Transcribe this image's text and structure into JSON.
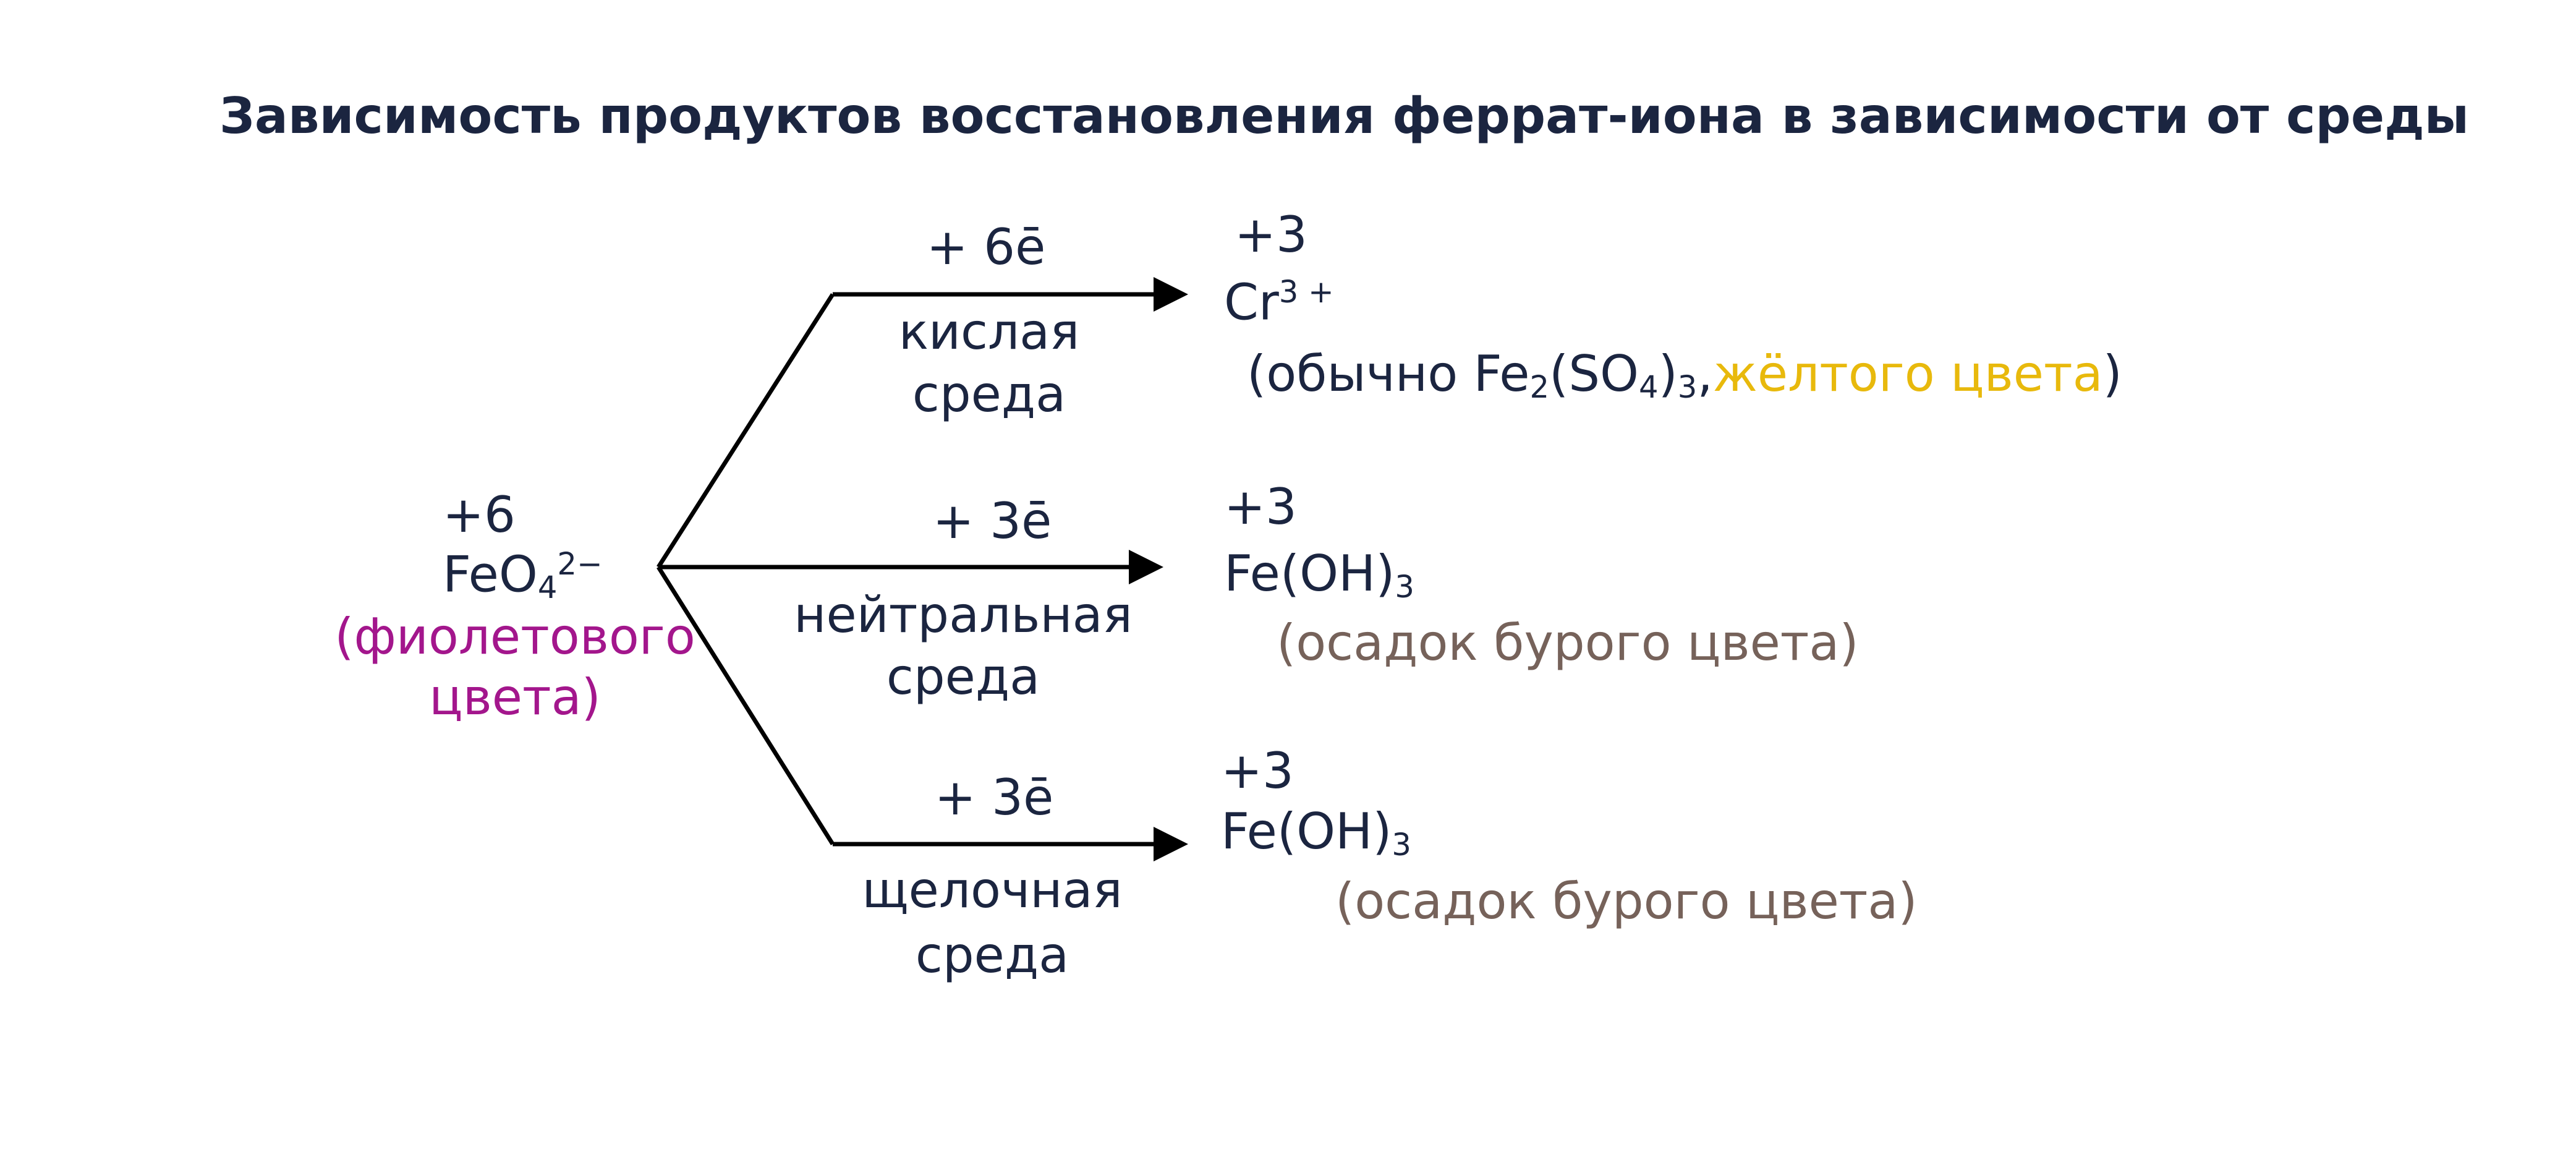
{
  "colors": {
    "text": "#1b2540",
    "violet": "#a3168c",
    "yellow": "#e8b90c",
    "brown": "#76625a",
    "line": "#000000"
  },
  "title": "Зависимость продуктов восстановления феррат-иона в зависимости от среды",
  "reactant": {
    "oxidation": "+6",
    "formula_base": "FeO",
    "formula_sub": "4",
    "formula_sup": "2−",
    "note": [
      "(фиолетового",
      "цвета)"
    ]
  },
  "branches": [
    {
      "electrons": "+ 6ē",
      "medium": [
        "кислая",
        "среда"
      ],
      "product_oxidation": "+3",
      "product_base": "Cr",
      "product_sup": "3 +",
      "note_prefix": "(обычно Fe",
      "note_sub1": "2",
      "note_mid": "(SO",
      "note_sub2": "4",
      "note_close": ")",
      "note_sub3": "3",
      "note_comma": ",",
      "note_colored": "жёлтого цвета",
      "note_end": ")"
    },
    {
      "electrons": "+ 3ē",
      "medium": [
        "нейтральная",
        "среда"
      ],
      "product_oxidation": "+3",
      "product_base": "Fe(OH)",
      "product_sub": "3",
      "note": "(осадок бурого цвета)"
    },
    {
      "electrons": "+ 3ē",
      "medium": [
        "щелочная",
        "среда"
      ],
      "product_oxidation": "+3",
      "product_base": "Fe(OH)",
      "product_sub": "3",
      "note": "(осадок бурого цвета)"
    }
  ]
}
